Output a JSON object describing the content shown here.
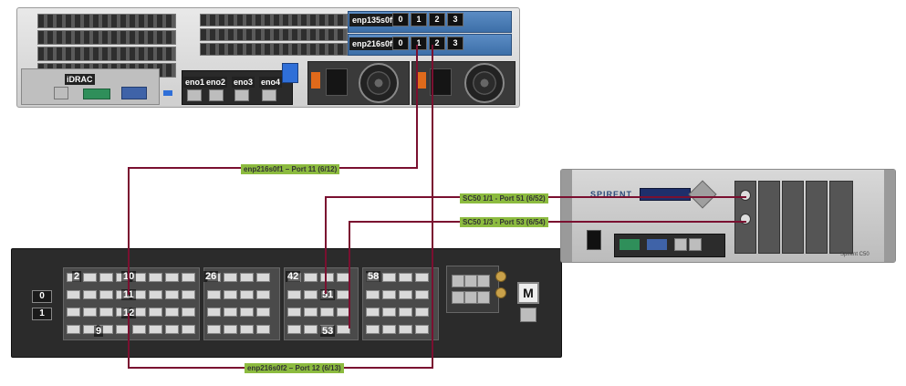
{
  "server": {
    "idrac_label": "iDRAC",
    "onboard_ports": [
      "eno1",
      "eno2",
      "eno3",
      "eno4"
    ],
    "nic1": {
      "label": "enp135s0f",
      "ports": [
        "0",
        "1",
        "2",
        "3"
      ]
    },
    "nic2": {
      "label": "enp216s0f",
      "ports": [
        "0",
        "1",
        "2",
        "3"
      ]
    }
  },
  "switch": {
    "group_numbers": [
      "2",
      "10",
      "11",
      "12",
      "9",
      "26",
      "42",
      "51",
      "53",
      "58"
    ],
    "left_boxes": [
      "0",
      "1"
    ],
    "mgmt_label": "M"
  },
  "spirent": {
    "brand": "SPIRENT",
    "model": "Spirent C50"
  },
  "links": [
    {
      "label": "enp216s0f1 – Port 11 (6/12)",
      "color": "#7a1030"
    },
    {
      "label": "enp216s0f2 – Port 12 (6/13)",
      "color": "#7a1030"
    },
    {
      "label": "SC50 1/1 - Port 51 (6/52)",
      "color": "#7a1030"
    },
    {
      "label": "SC50 1/3 - Port 53 (6/54)",
      "color": "#7a1030"
    }
  ],
  "colors": {
    "link_line": "#7a1030",
    "label_bg": "#8cbb3f",
    "nic_panel": "#4a7cb8"
  }
}
